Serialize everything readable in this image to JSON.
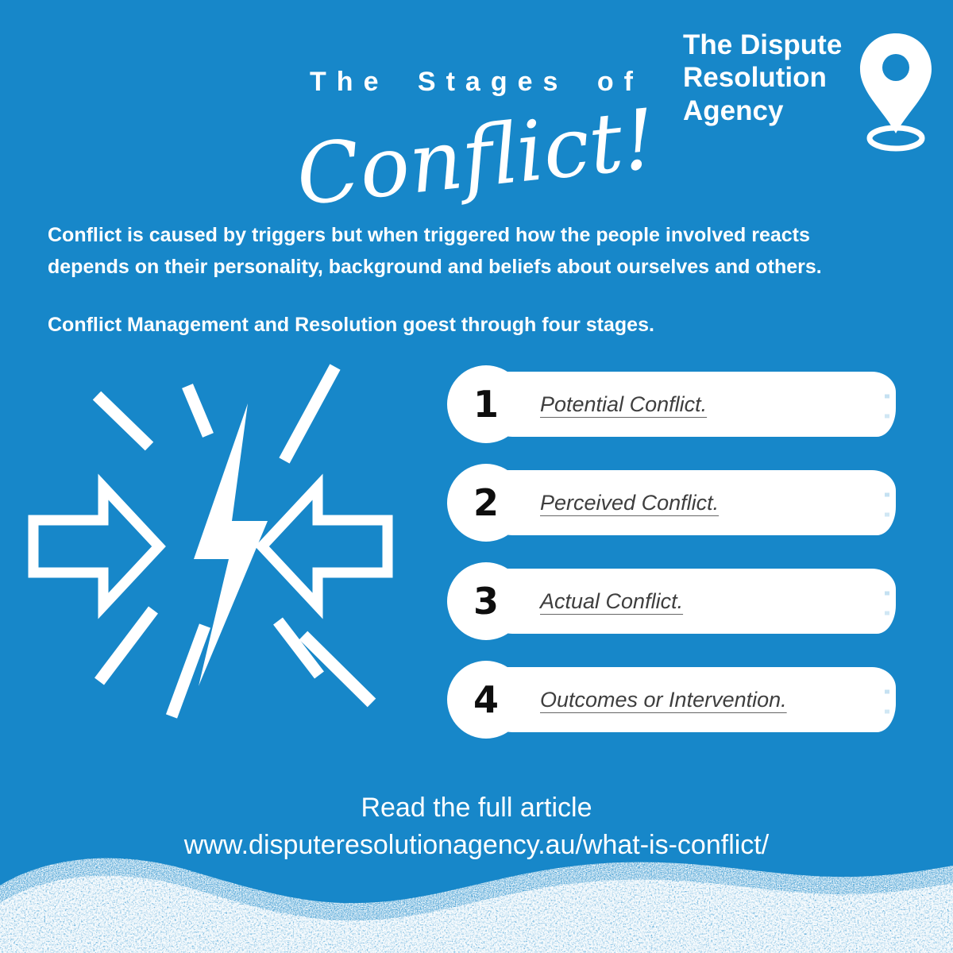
{
  "header": {
    "kicker": "The Stages of",
    "script_title": "Conflict!"
  },
  "logo": {
    "line1": "The Dispute",
    "line2": "Resolution",
    "line3": "Agency"
  },
  "intro": {
    "line1": "Conflict is caused by triggers but when triggered how the people involved reacts",
    "line2": "depends on their personality, background and beliefs about ourselves and others."
  },
  "subheading": "Conflict Management and Resolution goest through four stages.",
  "stages": [
    {
      "number": "1",
      "label": "Potential Conflict."
    },
    {
      "number": "2",
      "label": "Perceived Conflict."
    },
    {
      "number": "3",
      "label": "Actual Conflict."
    },
    {
      "number": "4",
      "label": "Outcomes or Intervention."
    }
  ],
  "footer": {
    "line1": "Read the full article",
    "line2": "www.disputeresolutionagency.au/what-is-conflict/"
  },
  "icons": {
    "logo_pin": "map-pin-icon",
    "artwork": "collision-lightning-icon"
  },
  "colors": {
    "background": "#1787c9",
    "banner": "#ffffff",
    "text_light": "#ffffff",
    "text_dark": "#3e3e3e",
    "number": "#0e0e0e"
  }
}
